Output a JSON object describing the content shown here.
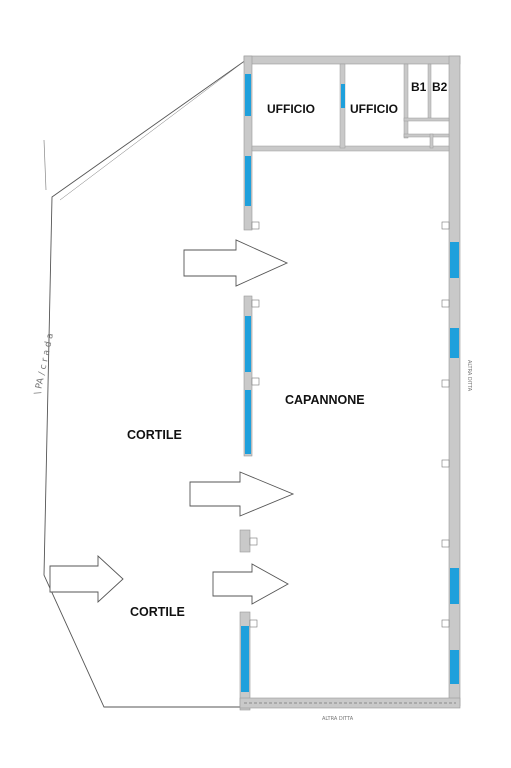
{
  "colors": {
    "wall": "#c9c9c9",
    "wall_dark": "#9a9a9a",
    "window": "#1ea0dc",
    "outline": "#333333",
    "arrow_stroke": "#555555"
  },
  "rooms": {
    "office_left": "UFFICIO",
    "office_right": "UFFICIO",
    "bath_1": "B1",
    "bath_2": "B2",
    "warehouse": "CAPANNONE"
  },
  "courtyard": {
    "upper": "CORTILE",
    "lower": "CORTILE"
  },
  "margin_scribble": "\\ PA / c r a d a",
  "bottom_scribble": "ALTRA DITTA",
  "right_scribble": "ALTRA DITTA"
}
